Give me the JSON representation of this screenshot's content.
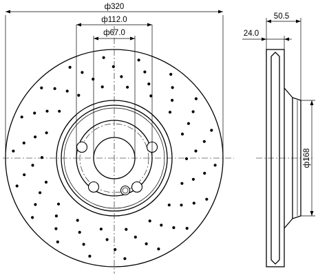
{
  "dimensions": {
    "outer_diameter": "ф320",
    "center_diameter": "ф112.0",
    "bore_diameter": "ф67.0",
    "overall_width": "50.5",
    "disc_thickness": "24.0",
    "hat_diameter": "ф168"
  }
}
